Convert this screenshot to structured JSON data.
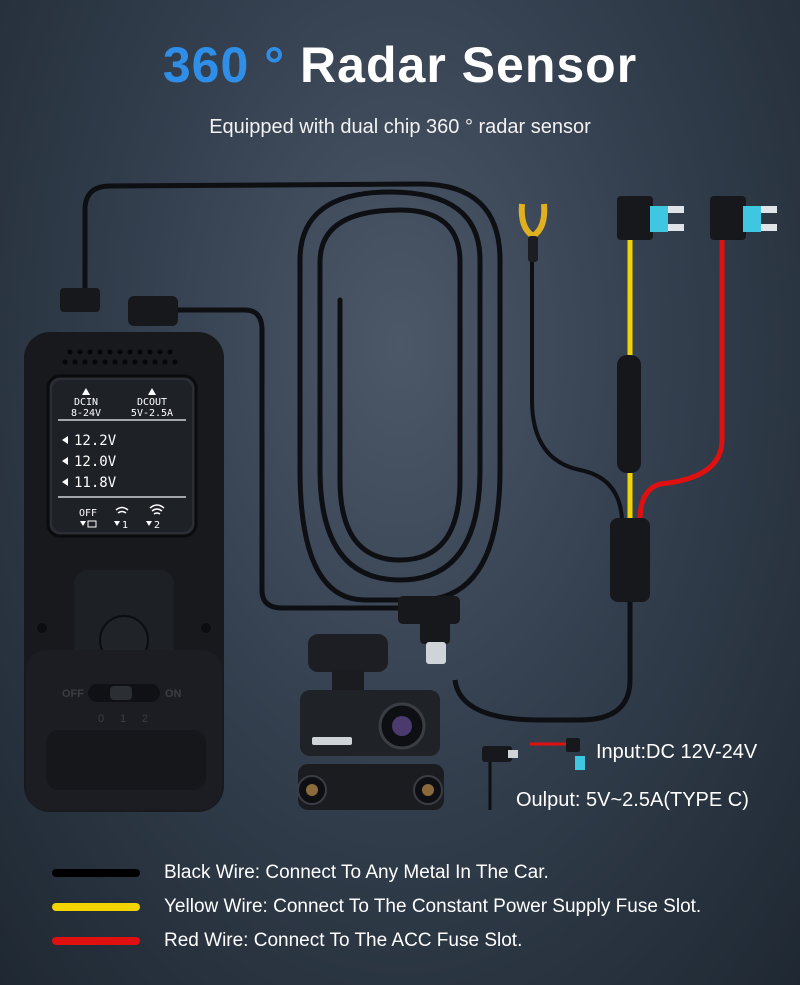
{
  "title": {
    "accent": "360 °",
    "main": "Radar Sensor"
  },
  "subtitle": "Equipped with dual chip 360 ° radar sensor",
  "device": {
    "top_labels": [
      {
        "name": "DCIN",
        "range": "8-24V"
      },
      {
        "name": "DCOUT",
        "range": "5V-2.5A"
      }
    ],
    "voltages": [
      "12.2V",
      "12.0V",
      "11.8V"
    ],
    "modes": [
      "OFF",
      "1",
      "2"
    ],
    "switch_labels": {
      "off": "OFF",
      "on": "ON",
      "positions": [
        "0",
        "1",
        "2"
      ]
    }
  },
  "specs": {
    "input": "Input:DC 12V-24V",
    "output": "Oulput: 5V~2.5A(TYPE C)"
  },
  "legend": [
    {
      "color": "#000000",
      "text": "Black Wire: Connect To Any Metal In The Car."
    },
    {
      "color": "#f2d400",
      "text": "Yellow Wire: Connect To The Constant Power Supply Fuse Slot."
    },
    {
      "color": "#e01010",
      "text": "Red Wire: Connect To The ACC Fuse Slot."
    }
  ],
  "colors": {
    "accent": "#2f8fe8",
    "yellow_wire": "#f2d400",
    "red_wire": "#e01010",
    "fuse_blade": "#3fc6e0"
  }
}
